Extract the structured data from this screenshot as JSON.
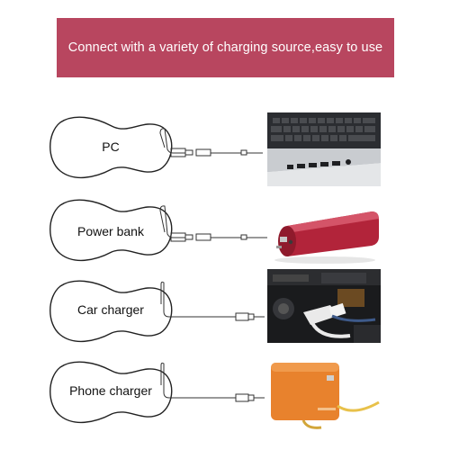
{
  "banner": {
    "text": "Connect with a variety of charging source,easy to use",
    "color": "#b8465f"
  },
  "rows": [
    {
      "label": "PC",
      "photo_icon": "laptop-ports-photo"
    },
    {
      "label": "Power bank",
      "photo_icon": "power-bank-photo"
    },
    {
      "label": "Car charger",
      "photo_icon": "car-charger-photo"
    },
    {
      "label": "Phone charger",
      "photo_icon": "phone-charger-photo"
    }
  ]
}
